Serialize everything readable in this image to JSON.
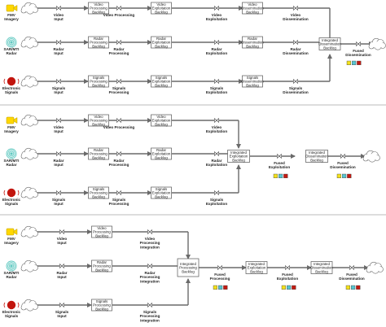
{
  "colors": {
    "fmv": "#ffd700",
    "radar": "#5ec8c0",
    "signals": "#c2150e",
    "status_yellow": "#f4e11a",
    "status_cyan": "#56c5d0",
    "status_red": "#c21a12",
    "line": "#6a6a6a"
  },
  "sources": {
    "fmv": [
      "FMV",
      "Imagery"
    ],
    "radar": [
      "SAR/MTI",
      "Radar"
    ],
    "signals": [
      "Electronic",
      "Signals"
    ]
  },
  "boxes": {
    "video_processing": [
      "Video",
      "Processing",
      "Backlog"
    ],
    "video_exploitation": [
      "Video",
      "Exploitation",
      "Backlog"
    ],
    "video_dissemination": [
      "Video",
      "Dissemination",
      "Backlog"
    ],
    "radar_processing": [
      "Radar",
      "Processing",
      "Backlog"
    ],
    "radar_exploitation": [
      "Radar",
      "Exploitation",
      "Backlog"
    ],
    "radar_dissemination": [
      "Radar",
      "Dissemination",
      "Backlog"
    ],
    "signals_processing": [
      "Signals",
      "Processing",
      "Backlog"
    ],
    "signals_exploitation": [
      "Signals",
      "Exploitation",
      "Backlog"
    ],
    "signals_dissemination": [
      "Signals",
      "Dissemination",
      "Backlog"
    ],
    "integrated_dissemination": [
      "Integrated",
      "Dissemination",
      "Backlog"
    ],
    "integrated_exploitation": [
      "Integrated",
      "Exploitation",
      "Backlog"
    ],
    "integrated_processing": [
      "Integrated",
      "Processing",
      "Backlog"
    ]
  },
  "labels": {
    "video_input": [
      "Video",
      "Input"
    ],
    "video_processing": [
      "Video Processing"
    ],
    "video_exploitation": [
      "Video",
      "Exploitation"
    ],
    "video_dissemination": [
      "Video",
      "Dissemination"
    ],
    "radar_input": [
      "Radar",
      "Input"
    ],
    "radar_processing": [
      "Radar",
      "Processing"
    ],
    "radar_exploitation": [
      "Radar",
      "Exploitation"
    ],
    "radar_dissemination": [
      "Radar",
      "Dissemination"
    ],
    "signals_input": [
      "Signals",
      "Input"
    ],
    "signals_processing": [
      "Signals",
      "Processing"
    ],
    "signals_exploitation": [
      "Signals",
      "Exploitation"
    ],
    "signals_dissemination": [
      "Signals",
      "Dissemination"
    ],
    "video_processing_stack": [
      "Video",
      "Processing"
    ],
    "video_processing_integration": [
      "Video",
      "Processing",
      "Integration"
    ],
    "radar_processing_integration": [
      "Radar",
      "Processing",
      "Integration"
    ],
    "signals_processing_integration": [
      "Signals",
      "Processing",
      "Integration"
    ],
    "fused_dissemination": [
      "Fused",
      "Dissemination"
    ],
    "fused_exploitation": [
      "Fused",
      "Exploitation"
    ],
    "fused_processing": [
      "Fused",
      "Processing"
    ]
  }
}
